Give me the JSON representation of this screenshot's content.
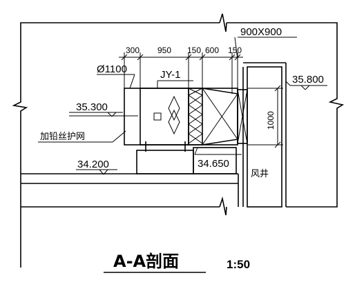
{
  "drawing": {
    "duct_size": "900X900",
    "pipe_dia": "Ø1100",
    "unit_tag": "JY-1",
    "dims_top": [
      "300",
      "950",
      "150",
      "600",
      "150"
    ],
    "dim_height": "1000",
    "elev_top_right": "35.800",
    "elev_center": "35.300",
    "elev_floor": "34.200",
    "elev_base": "34.650",
    "mesh_note": "加铅丝护网",
    "shaft_label": "风井",
    "title": "A-A剖面",
    "scale": "1:50"
  }
}
